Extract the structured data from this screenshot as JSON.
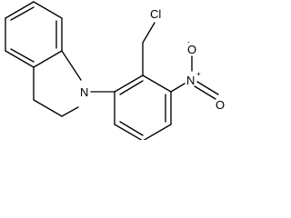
{
  "molecule": {
    "atoms": {
      "chlorine": "Cl",
      "ring_nitrogen": "N",
      "nitro_nitrogen": "N",
      "nitro_oxygen_top": "O",
      "nitro_oxygen_bottom": "O",
      "positive_charge": "+",
      "negative_charge": "-"
    },
    "colors": {
      "bond": "#000000",
      "label": "#000000",
      "background": "#ffffff"
    }
  }
}
